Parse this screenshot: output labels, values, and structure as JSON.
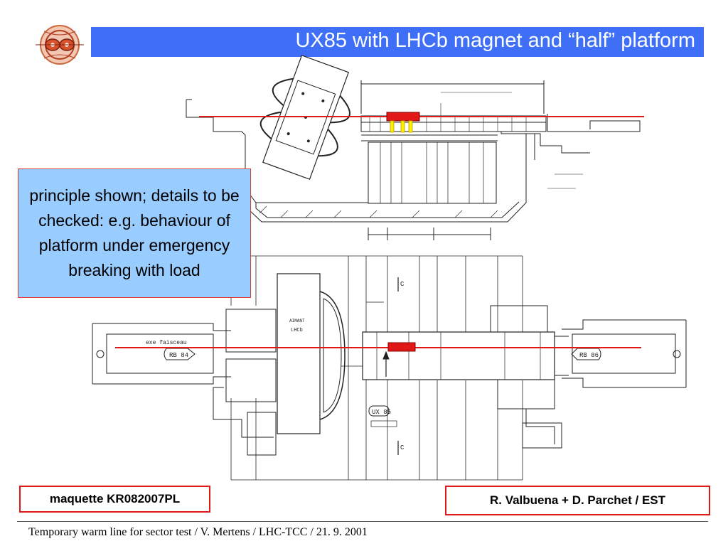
{
  "slide": {
    "title": "UX85 with LHCb magnet and “half” platform",
    "callout": "principle shown; details to be checked: e.g. behaviour of platform under emergency breaking with load",
    "label_left": "maquette KR082007PL",
    "label_right": "R. Valbuena + D. Parchet / EST",
    "footer": "Temporary warm line for sector test / V. Mertens / LHC-TCC / 21. 9. 2001"
  },
  "drawing": {
    "beam_axis_label": "exe faisceau",
    "magnet_label_line1": "AIMANT",
    "magnet_label_line2": "LHCb",
    "rb84": "RB 84",
    "rb86": "RB 86",
    "ux85": "UX 85",
    "section_mark_top": "C",
    "section_mark_bottom": "C",
    "colors": {
      "title_bar": "#3f6ff7",
      "beam_line": "#e01818",
      "callout_fill": "#99ccff",
      "marker_yellow": "#ffee00"
    }
  }
}
